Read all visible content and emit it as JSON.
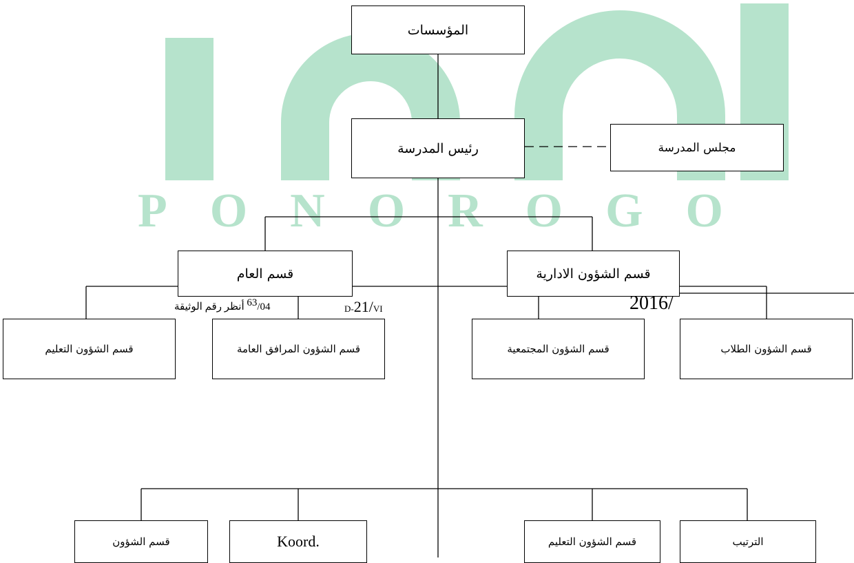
{
  "watermark": {
    "letters": [
      "P",
      "O",
      "N",
      "O",
      "R",
      "O",
      "G",
      "O"
    ],
    "color": "#b6e3cc"
  },
  "boxes": {
    "institutions": "المؤسسات",
    "principal": "رئيس المدرسة",
    "school_council": "مجلس المدرسة",
    "general_section": "قسم العام",
    "administrative_affairs": "قسم الشؤون الادارية",
    "education_affairs": "قسم الشؤون التعليم",
    "public_facilities_affairs": "قسم الشؤون المرافق العامة",
    "community_affairs": "قسم الشؤون المجتمعية",
    "student_affairs": "قسم الشؤون الطلاب",
    "affairs_partial": "قسم الشؤون",
    "koord": "Koord.",
    "education_affairs_2": "قسم الشؤون التعليم",
    "arrangement": "الترتيب"
  },
  "overlay": {
    "superscript": "63",
    "footnote_fragment": "/04 أنظر رقم الوثيقة",
    "code_prefix": "D-",
    "code_number": "21/",
    "code_roman": "VI",
    "year": "2016/"
  }
}
